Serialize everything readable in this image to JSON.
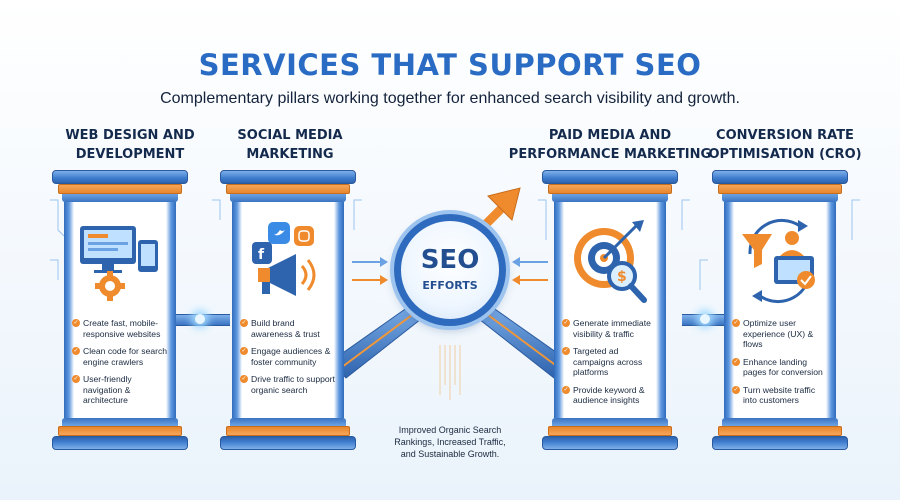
{
  "header": {
    "title": "SERVICES THAT SUPPORT SEO",
    "subtitle": "Complementary pillars working together for enhanced search visibility and growth."
  },
  "hub": {
    "title": "SEO",
    "subtitle": "EFFORTS",
    "outcome_line1": "Improved Organic Search",
    "outcome_line2": "Rankings, Increased Traffic,",
    "outcome_line3": "and Sustainable Growth."
  },
  "pillars": [
    {
      "title_line1": "WEB DESIGN AND",
      "title_line2": "DEVELOPMENT",
      "icon": "responsive-devices-gear-icon",
      "bullets": [
        "Create fast, mobile-responsive websites",
        "Clean code for search engine crawlers",
        "User-friendly navigation & architecture"
      ]
    },
    {
      "title_line1": "SOCIAL MEDIA",
      "title_line2": "MARKETING",
      "icon": "megaphone-social-icon",
      "bullets": [
        "Build brand awareness & trust",
        "Engage audiences & foster community",
        "Drive traffic to support organic search"
      ]
    },
    {
      "title_line1": "PAID MEDIA AND",
      "title_line2": "PERFORMANCE MARKETING",
      "icon": "target-magnifier-icon",
      "bullets": [
        "Generate immediate visibility & traffic",
        "Targeted ad campaigns across platforms",
        "Provide keyword & audience insights"
      ]
    },
    {
      "title_line1": "CONVERSION RATE",
      "title_line2": "OPTIMISATION (CRO)",
      "icon": "funnel-user-cycle-icon",
      "bullets": [
        "Optimize user experience (UX) & flows",
        "Enhance landing pages for conversion",
        "Turn website traffic into customers"
      ]
    }
  ],
  "colors": {
    "primary_blue": "#2a6cc4",
    "accent_orange": "#ef8b2c",
    "dark_text": "#14233b"
  }
}
